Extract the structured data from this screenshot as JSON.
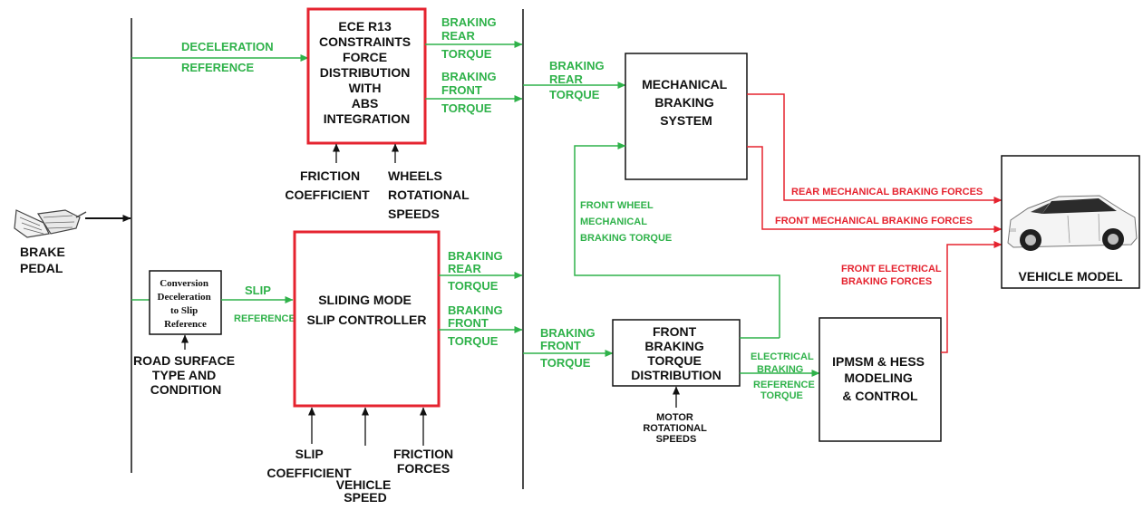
{
  "colors": {
    "controller_box": "#e5232f",
    "signal_green": "#2fb24a",
    "force_red": "#e5232f",
    "line_black": "#111111"
  },
  "inputs": {
    "pedal_label": [
      "BRAKE",
      "PEDAL"
    ],
    "friction_coefficient": [
      "FRICTION",
      "COEFFICIENT"
    ],
    "wheels_speeds": [
      "WHEELS",
      "ROTATIONAL",
      "SPEEDS"
    ],
    "road_surface": [
      "ROAD SURFACE",
      "TYPE AND",
      "CONDITION"
    ],
    "slip_coefficient": [
      "SLIP",
      "COEFFICIENT"
    ],
    "vehicle_speed": [
      "VEHICLE",
      "SPEED"
    ],
    "friction_forces": [
      "FRICTION",
      "FORCES"
    ],
    "motor_speeds": [
      "MOTOR",
      "ROTATIONAL",
      "SPEEDS"
    ]
  },
  "blocks": {
    "ece": [
      "ECE R13",
      "CONSTRAINTS",
      "FORCE",
      "DISTRIBUTION",
      "WITH",
      "ABS",
      "INTEGRATION"
    ],
    "smc": [
      "SLIDING MODE",
      "SLIP CONTROLLER"
    ],
    "conversion": [
      "Conversion",
      "Deceleration",
      "to Slip",
      "Reference"
    ],
    "mechanical": [
      "MECHANICAL",
      "BRAKING",
      "SYSTEM"
    ],
    "front_dist": [
      "FRONT",
      "BRAKING",
      "TORQUE",
      "DISTRIBUTION"
    ],
    "ipmsm": [
      "IPMSM & HESS",
      "MODELING",
      "& CONTROL"
    ],
    "vehicle": "VEHICLE MODEL"
  },
  "signals": {
    "decel_ref": [
      "DECELERATION",
      "REFERENCE"
    ],
    "ece_rear": [
      "BRAKING",
      "REAR",
      "TORQUE"
    ],
    "ece_front": [
      "BRAKING",
      "FRONT",
      "TORQUE"
    ],
    "slip_ref": [
      "SLIP",
      "REFERENCE"
    ],
    "smc_rear": [
      "BRAKING",
      "REAR",
      "TORQUE"
    ],
    "smc_front": [
      "BRAKING",
      "FRONT",
      "TORQUE"
    ],
    "mech_rear_in": [
      "BRAKING",
      "REAR",
      "TORQUE"
    ],
    "dist_front_in": [
      "BRAKING",
      "FRONT",
      "TORQUE"
    ],
    "front_wheel_mech": [
      "FRONT WHEEL",
      "MECHANICAL",
      "BRAKING TORQUE"
    ],
    "electrical_ref": [
      "ELECTRICAL",
      "BRAKING",
      "REFERENCE",
      "TORQUE"
    ],
    "rear_mech_forces": "REAR MECHANICAL  BRAKING FORCES",
    "front_mech_forces": "FRONT MECHANICAL BRAKING FORCES",
    "front_elec_forces": [
      "FRONT ELECTRICAL",
      "BRAKING FORCES"
    ]
  }
}
